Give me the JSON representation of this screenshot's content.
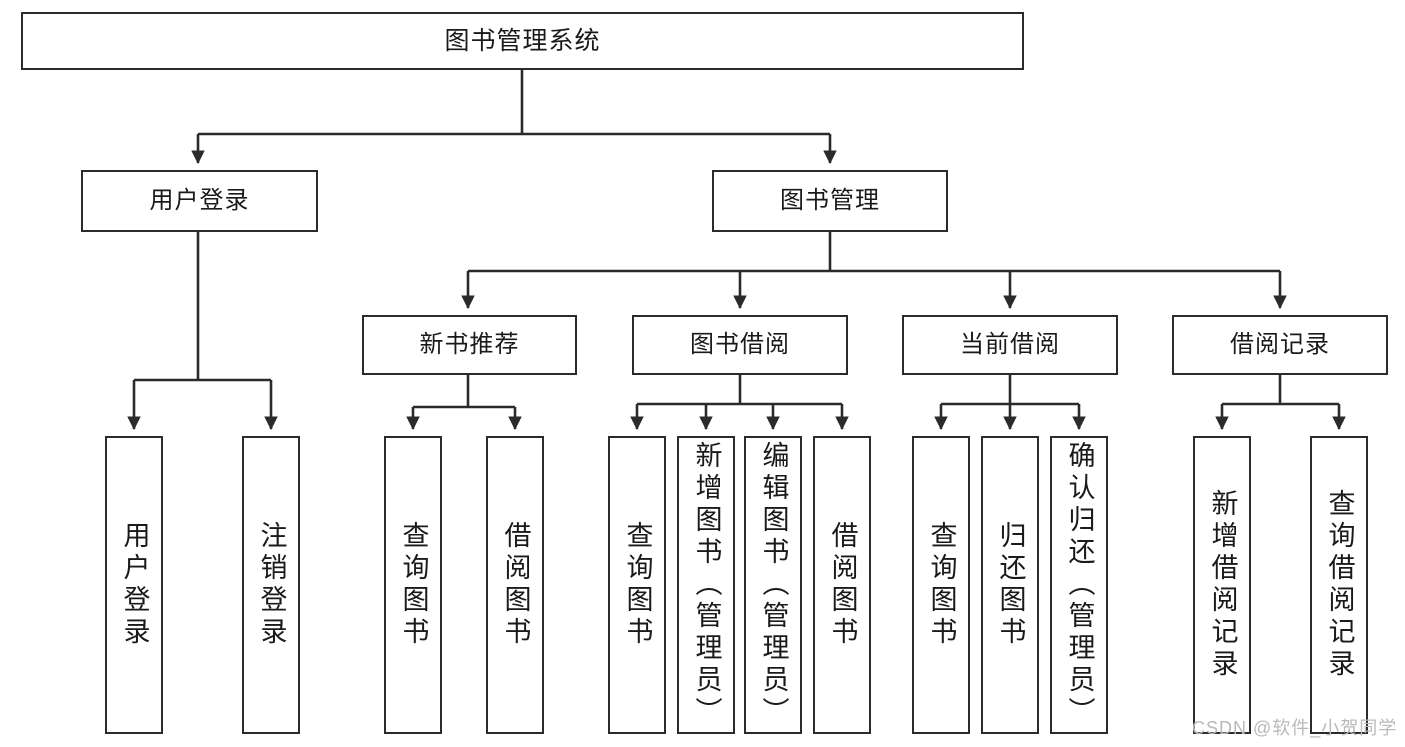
{
  "diagram": {
    "title": "图书管理系统",
    "type": "tree-hierarchy",
    "watermark": "CSDN @软件_小贺同学",
    "colors": {
      "box_border": "#2b2b2b",
      "box_fill": "#ffffff",
      "line": "#2b2b2b",
      "text": "#1a1a1a",
      "watermark": "#b9b9b9",
      "background": "#ffffff"
    },
    "root": {
      "label": "图书管理系统"
    },
    "level2": [
      {
        "label": "用户登录"
      },
      {
        "label": "图书管理"
      }
    ],
    "level3": [
      {
        "label": "新书推荐"
      },
      {
        "label": "图书借阅"
      },
      {
        "label": "当前借阅"
      },
      {
        "label": "借阅记录"
      }
    ],
    "leaves": {
      "user_login": [
        {
          "label": "用户登录"
        },
        {
          "label": "注销登录"
        }
      ],
      "new_book_recommend": [
        {
          "label": "查询图书"
        },
        {
          "label": "借阅图书"
        }
      ],
      "book_borrow": [
        {
          "label": "查询图书"
        },
        {
          "label": "新增图书（管理员）"
        },
        {
          "label": "编辑图书（管理员）"
        },
        {
          "label": "借阅图书"
        }
      ],
      "current_borrow": [
        {
          "label": "查询图书"
        },
        {
          "label": "归还图书"
        },
        {
          "label": "确认归还（管理员）"
        }
      ],
      "borrow_record": [
        {
          "label": "新增借阅记录"
        },
        {
          "label": "查询借阅记录"
        }
      ]
    }
  }
}
